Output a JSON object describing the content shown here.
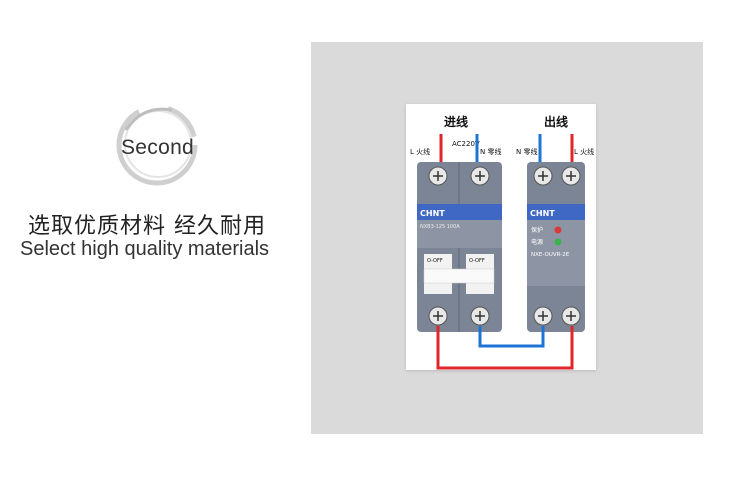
{
  "left": {
    "badge_text": "Second",
    "title_cn": "选取优质材料  经久耐用",
    "title_en": "Select high quality materials"
  },
  "diagram": {
    "incoming": "进线",
    "outgoing": "出线",
    "l_live": "L 火线",
    "n_neutral": "N 零线",
    "voltage": "AC220V",
    "brand_left": "CHNT",
    "brand_right": "CHNT",
    "breaker_model": "NXB3-125  100A",
    "protector_protect": "保护",
    "protector_power": "电源",
    "protector_model": "NXE-OUVR-2E",
    "switch_off_1": "O-OFF",
    "switch_off_2": "O-OFF"
  },
  "colors": {
    "live_wire": "#e0262a",
    "neutral_wire": "#1e73d6",
    "device_body": "#7c8595",
    "device_stripe": "#3f68c4",
    "panel_bg": "#dadada"
  }
}
